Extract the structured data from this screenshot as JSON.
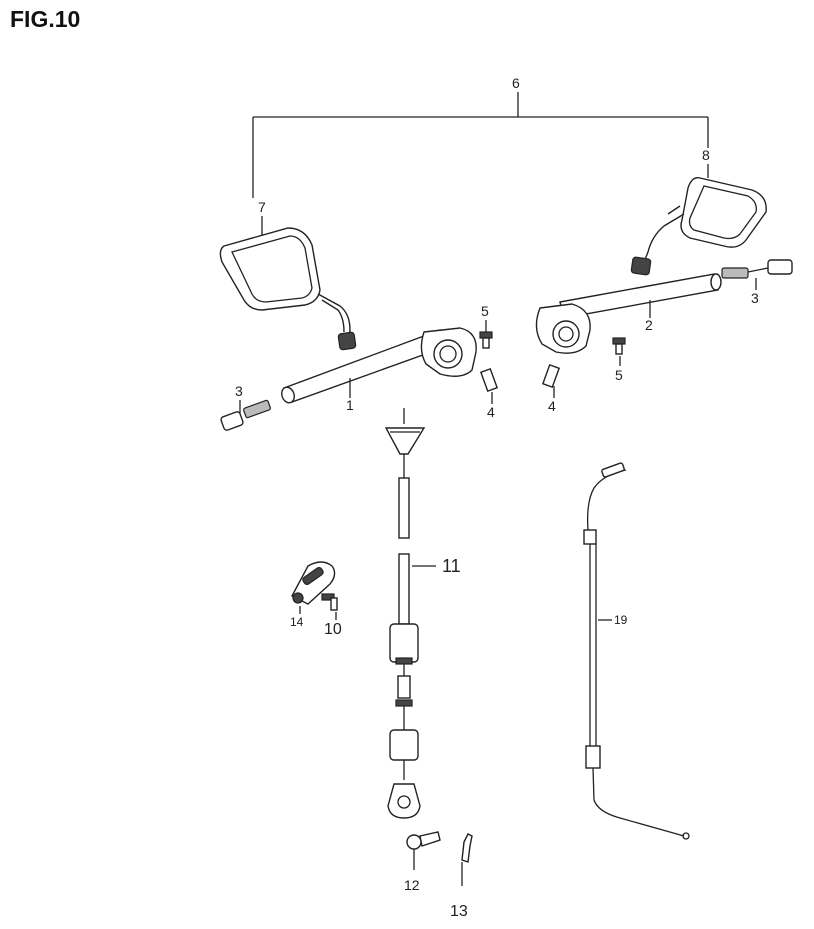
{
  "figure": {
    "title": "FIG.10"
  },
  "callouts": {
    "c1": "1",
    "c2": "2",
    "c3_left": "3",
    "c3_right": "3",
    "c4_left": "4",
    "c4_right": "4",
    "c5_left": "5",
    "c5_right": "5",
    "c6": "6",
    "c7": "7",
    "c8": "8",
    "c10": "10",
    "c11": "11",
    "c12": "12",
    "c13": "13",
    "c14": "14",
    "c19": "19"
  },
  "colors": {
    "line": "#222222",
    "background": "#ffffff"
  }
}
